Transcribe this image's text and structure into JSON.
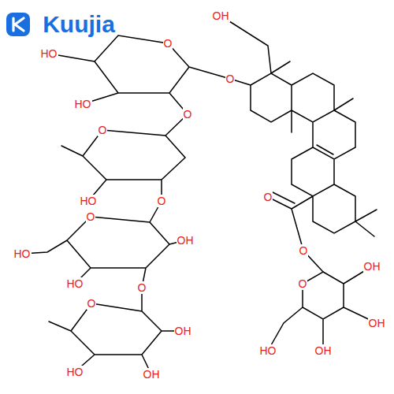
{
  "diagram": {
    "labels": [
      "Kuujia",
      "OH",
      "O",
      "O",
      "HO",
      "HO",
      "O",
      "O",
      "HO",
      "O",
      "O",
      "OH",
      "HO",
      "HO",
      "O",
      "O",
      "OH",
      "HO",
      "OH",
      "O",
      "O",
      "O",
      "OH",
      "OH",
      "OH",
      "HO"
    ]
  }
}
